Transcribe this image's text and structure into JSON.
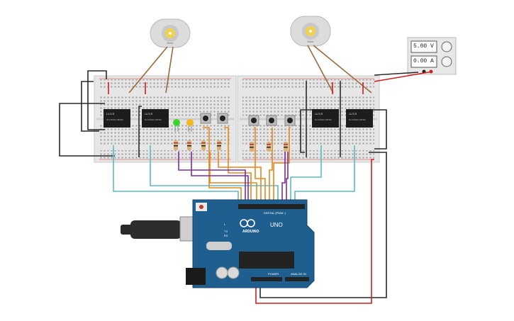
{
  "power_supply": {
    "voltage_label": "5.00 V",
    "current_label": "0.00 A"
  },
  "motors": [
    {
      "label": "Motor"
    },
    {
      "label": "Motor"
    }
  ],
  "relays": [
    {
      "label": "LU-5-R",
      "spec": "5A 125VAC 28VDC"
    },
    {
      "label": "LU-5-R",
      "spec": "5A 125VAC 28VDC"
    },
    {
      "label": "LU-5-R",
      "spec": "5A 125VAC 28VDC"
    },
    {
      "label": "LU-5-R",
      "spec": "5A 125VAC 28VDC"
    }
  ],
  "arduino": {
    "brand": "ARDUINO",
    "model": "UNO",
    "digital_header": "DIGITAL (PWM~)",
    "power_header": "POWER",
    "analog_header": "ANALOG IN",
    "tx_label": "TX",
    "rx_label": "RX",
    "l_label": "L"
  },
  "colors": {
    "board": "#1f5f8f",
    "breadboard": "#e6e6e6",
    "wire_orange": "#e8871a",
    "wire_purple": "#7b2f9e",
    "wire_cyan": "#5bbbc6",
    "wire_red": "#d21e1e",
    "wire_black": "#2a2a2a",
    "wire_brown": "#9a6a3a",
    "led_green": "#3bd22c",
    "led_yellow": "#f2b61f"
  }
}
